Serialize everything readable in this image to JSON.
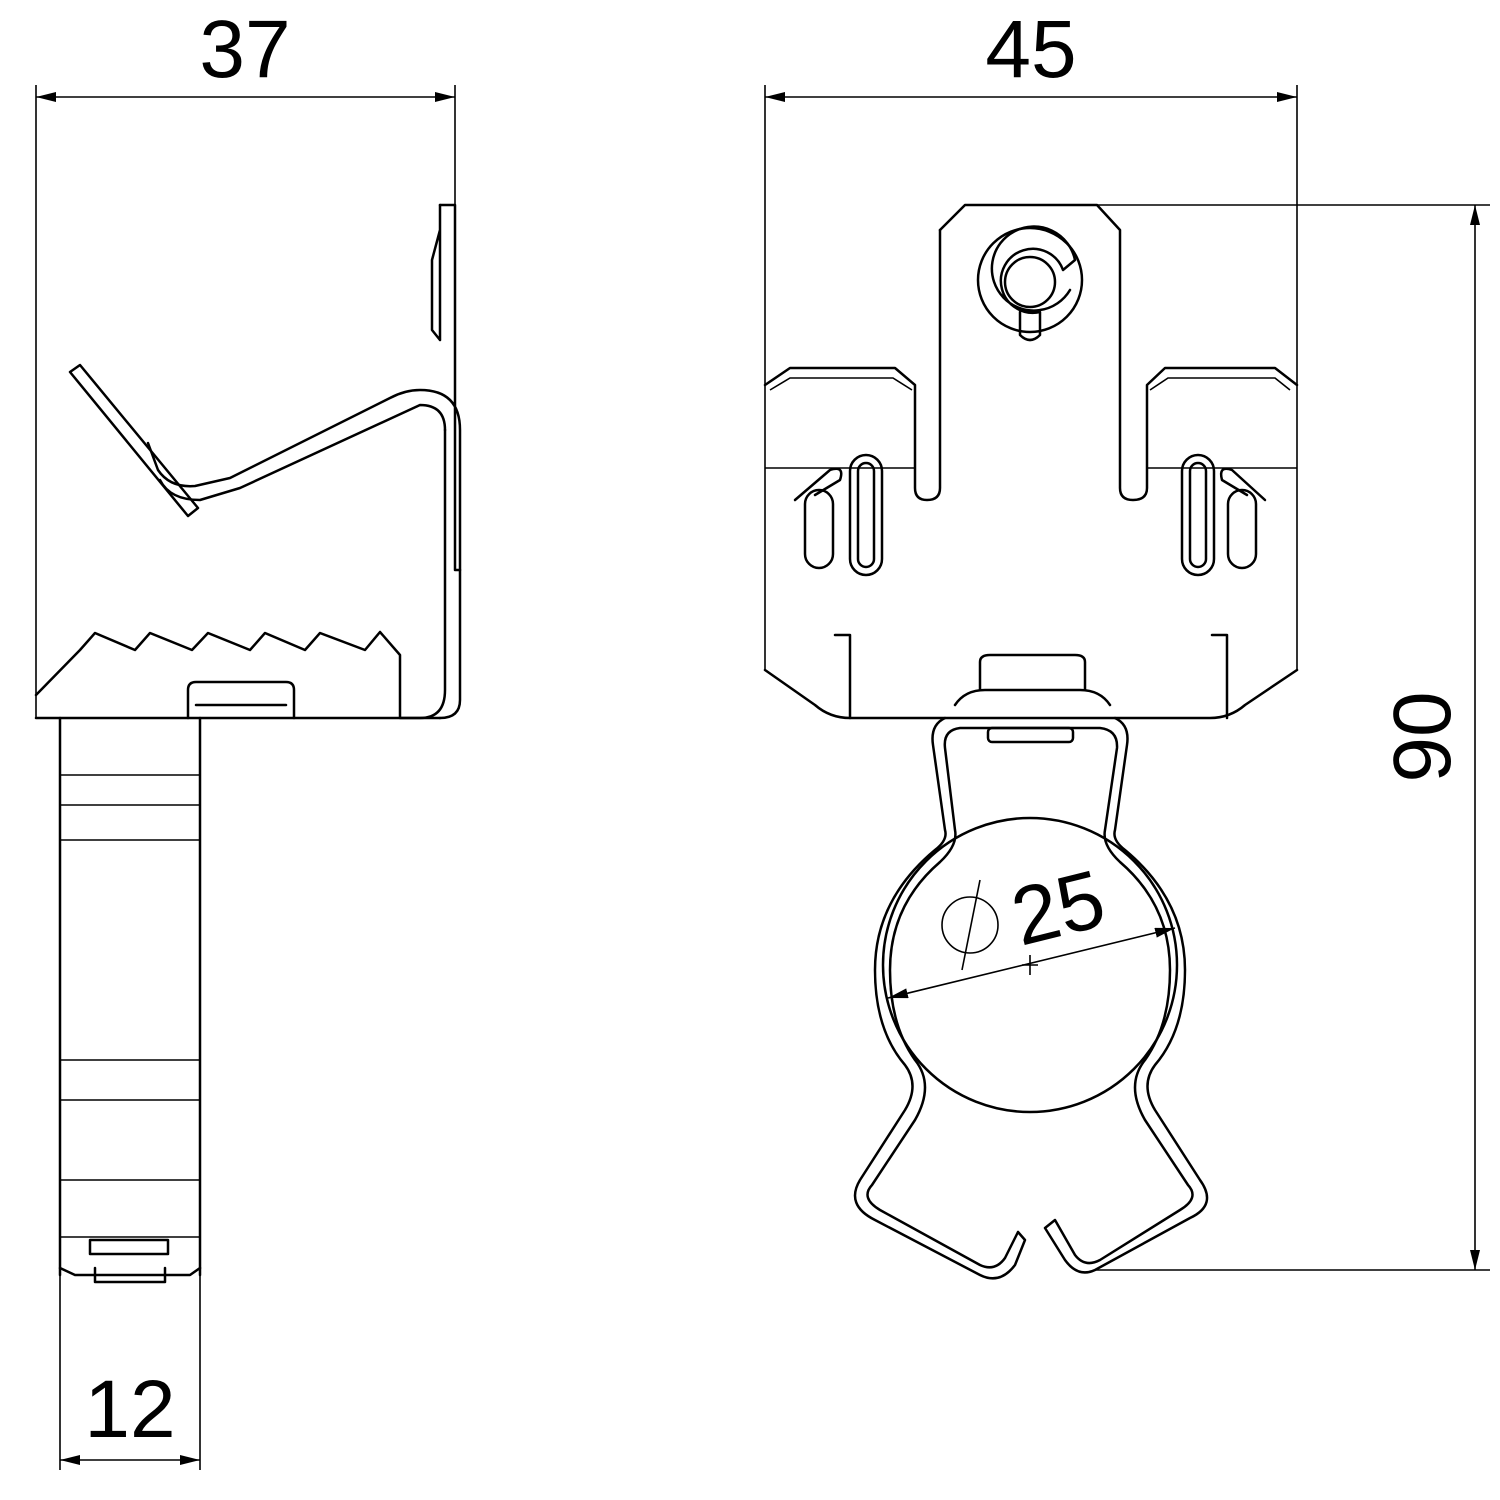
{
  "drawing": {
    "side_view": {
      "width_dimension": "37",
      "depth_dimension": "12"
    },
    "front_view": {
      "width_dimension": "45",
      "height_dimension": "90",
      "diameter_symbol": "⌀",
      "diameter_dimension": "25"
    }
  }
}
